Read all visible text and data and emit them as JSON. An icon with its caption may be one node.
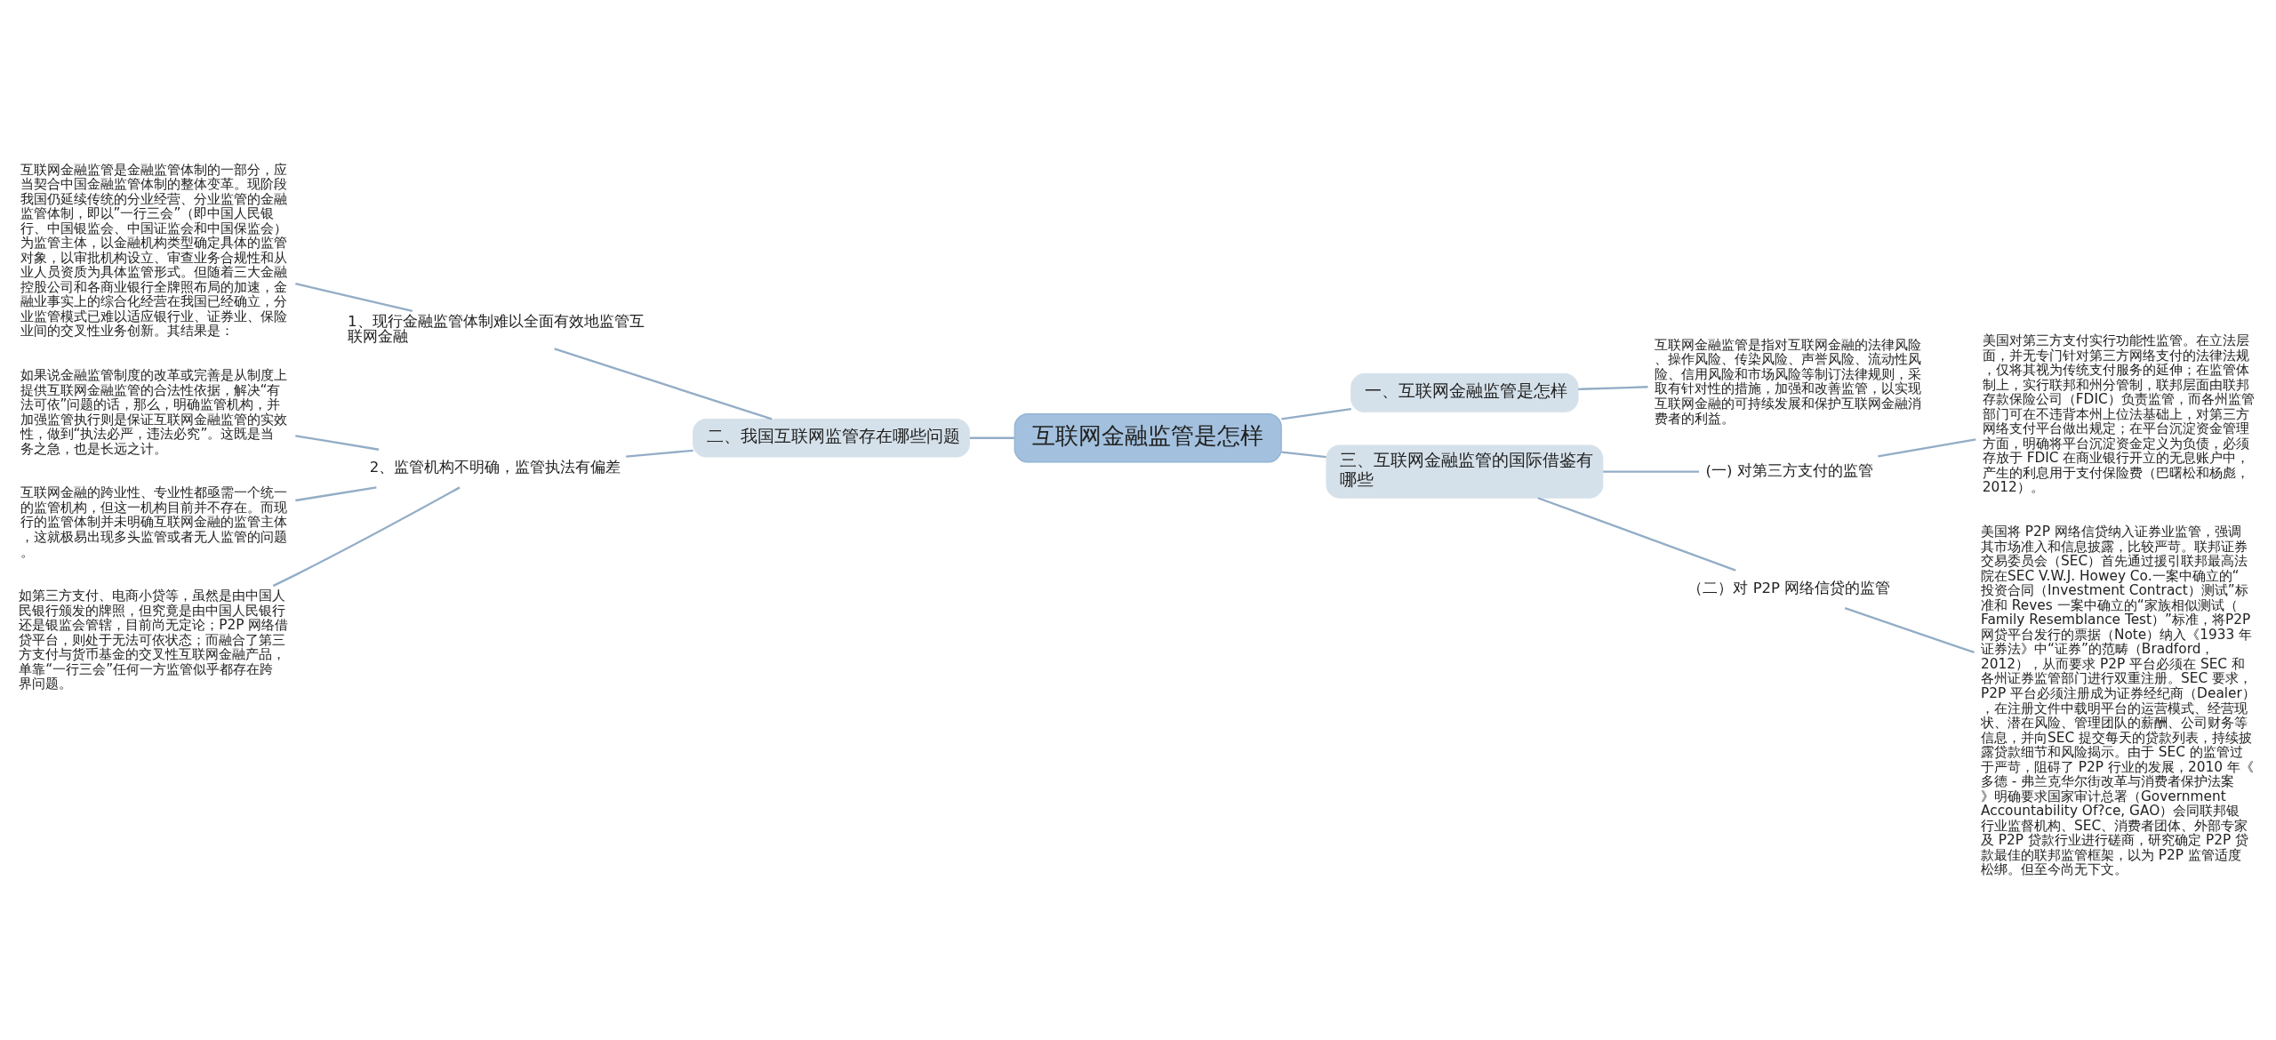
{
  "diagram": {
    "nodes": [
      {
        "text": [
          "互联网金融监管是怎样"
        ]
      },
      {
        "text": [
          "一、互联网金融监管是怎样"
        ]
      },
      {
        "text": [
          "互联网金融监管是指对互联网金融的法律风险、操作风险、传染风险、声誉风险、流动性风险、信用风险和市场风险等制订法律规则，采取有针对性的措施，加强和改善监管，以实现互联网金融的可持续发展和保护互联网金融消费者的利益。"
        ]
      },
      {
        "text": [
          "二、我国互联网监管存在哪些问题"
        ]
      },
      {
        "text": [
          "1、现行金融监管体制难以全面有效地监管互联网金融"
        ]
      },
      {
        "text": [
          "互联网金融监管是金融监管体制的一部分，应当契合中国金融监管体制的整体变革。现阶段我国仍延续传统的分业经营、分业监管的金融监管体制，即以”一行三会”（即中国人民银行、中国银监会、中国证监会和中国保监会）为监管主体，以金融机构类型确定具体的监管对象，以审批机构设立、审查业务合规性和从业人员资质为具体监管形式。但随着三大金融控股公司和各商业银行全牌照布局的加速，金融业事实上的综合化经营在我国已经确立，分业监管模式已难以适应银行业、证券业、保险业间的交叉性业务创新。其结果是："
        ]
      },
      {
        "text": [
          "2、监管机构不明确，监管执法有偏差"
        ]
      },
      {
        "text": [
          "如果说金融监管制度的改革或完善是从制度上提供互联网金融监管的合法性依据，解决“有法可依”问题的话，那么，明确监管机构，并加强监管执行则是保证互联网金融监管的实效性，做到“执法必严，违法必究”。这既是当务之急，也是长远之计。"
        ]
      },
      {
        "text": [
          "互联网金融的跨业性、专业性都亟需一个统一的监管机构，但这一机构目前并不存在。而现行的监管体制并未明确互联网金融的监管主体，这就极易出现多头监管或者无人监管的问题。"
        ]
      },
      {
        "text": [
          "如第三方支付、电商小贷等，虽然是由中国人民银行颁发的牌照，但究竟是由中国人民银行还是银监会管辖，目前尚无定论；P2P 网络借贷平台，则处于无法可依状态；而融合了第三方支付与货币基金的交叉性互联网金融产品，单靠“一行三会”任何一方监管似乎都存在跨界问题。"
        ]
      },
      {
        "text": [
          "三、互联网金融监管的国际借鉴有哪些"
        ]
      },
      {
        "text": [
          "(一) 对第三方支付的监管"
        ]
      },
      {
        "text": [
          "美国对第三方支付实行功能性监管。在立法层面，并无专门针对第三方网络支付的法律法规，仅将其视为传统支付服务的延伸；在监管体制上，实行联邦和州分管制，联邦层面由联邦存款保险公司（FDIC）负责监管，而各州监管部门可在不违背本州上位法基础上，对第三方网络支付平台做出规定；在平台沉淀资金管理方面，明确将平台沉淀资金定义为负债，必须存放于 FDIC 在商业银行开立的无息账户中，产生的利息用于支付保险费（巴曙松和杨彪，2012）。"
        ]
      },
      {
        "text": [
          "（二）对 P2P 网络信贷的监管"
        ]
      },
      {
        "text": [
          "美国将 P2P 网络信贷纳入证券业监管，强调其市场准入和信息披露，比较严苛。联邦证券交易委员会（SEC）首先通过援引联邦最高法院在SEC V.W.J. Howey Co.一案中确立的“投资合同（Investment Contract）测试”标准和 Reves 一案中确立的“家族相似测试（Family Resemblance Test）”标准，将P2P网贷平台发行的票据（Note）纳入《1933 年证券法》中“证券”的范畴（Bradford，2012），从而要求 P2P 平台必须在 SEC 和各州证券监管部门进行双重注册。SEC 要求，P2P 平台必须注册成为证券经纪商（Dealer），在注册文件中载明平台的运营模式、经营现状、潜在风险、管理团队的薪酬、公司财务等信息，并向SEC 提交每天的贷款列表，持续披露贷款细节和风险揭示。由于 SEC 的监管过于严苛，阻碍了 P2P 行业的发展，2010 年《多德 - 弗兰克华尔街改革与消费者保护法案》明确要求国家审计总署（Government Accountability Of?ce, GAO）会同联邦银行业监督机构、SEC、消费者团体、外部专家及 P2P 贷款行业进行磋商，研究确定 P2P 贷款最佳的联邦监管框架，以为 P2P 监管适度松绑。但至今尚无下文。"
        ]
      }
    ],
    "edges": [
      {
        "from": 0,
        "to": 1,
        "arrow": "none"
      },
      {
        "from": 1,
        "to": 2,
        "arrow": "none"
      },
      {
        "from": 3,
        "to": 0,
        "arrow": "none"
      },
      {
        "from": 4,
        "to": 3,
        "arrow": "none"
      },
      {
        "from": 5,
        "to": 4,
        "arrow": "none"
      },
      {
        "from": 6,
        "to": 3,
        "arrow": "none"
      },
      {
        "from": 7,
        "to": 6,
        "arrow": "none"
      },
      {
        "from": 8,
        "to": 6,
        "arrow": "none"
      },
      {
        "from": 9,
        "to": 6,
        "arrow": "none"
      },
      {
        "from": 0,
        "to": 10,
        "arrow": "none"
      },
      {
        "from": 10,
        "to": 11,
        "arrow": "none"
      },
      {
        "from": 11,
        "to": 12,
        "arrow": "none"
      },
      {
        "from": 10,
        "to": 13,
        "arrow": "none"
      },
      {
        "from": 13,
        "to": 14,
        "arrow": "none"
      }
    ]
  }
}
